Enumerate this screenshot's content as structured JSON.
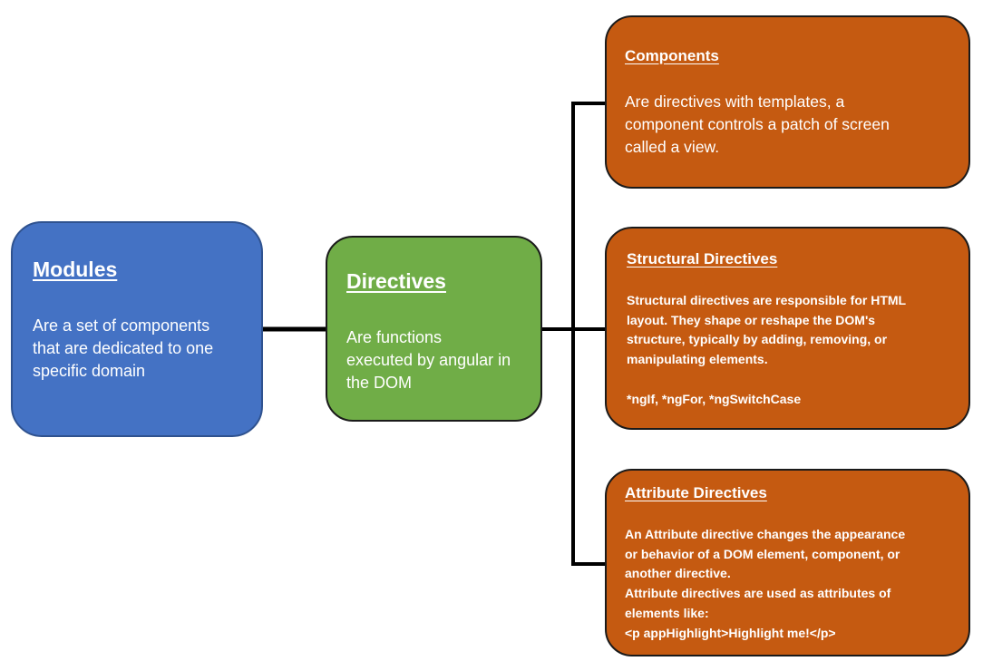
{
  "modules": {
    "title": "Modules",
    "body": "Are a set of components\nthat are dedicated to one\nspecific domain"
  },
  "directives": {
    "title": "Directives",
    "body": "Are functions\nexecuted by angular in\nthe DOM"
  },
  "components": {
    "title": "Components",
    "body": "Are directives with templates, a\ncomponent controls a patch of screen\ncalled a view."
  },
  "structural_directives": {
    "title": "Structural Directives",
    "body": "Structural directives are responsible for HTML\nlayout. They shape or reshape the DOM's\nstructure, typically by adding, removing, or\nmanipulating elements.\n\n*ngIf, *ngFor, *ngSwitchCase"
  },
  "attribute_directives": {
    "title": "Attribute Directives",
    "body": "An Attribute directive changes the appearance\nor behavior of a DOM element, component, or\nanother directive.\nAttribute directives are used as attributes of\nelements like:\n<p appHighlight>Highlight me!</p>"
  },
  "colors": {
    "modules": "#4472c4",
    "directives": "#70ad47",
    "detail_boxes": "#c55a11",
    "connector": "#000000"
  }
}
